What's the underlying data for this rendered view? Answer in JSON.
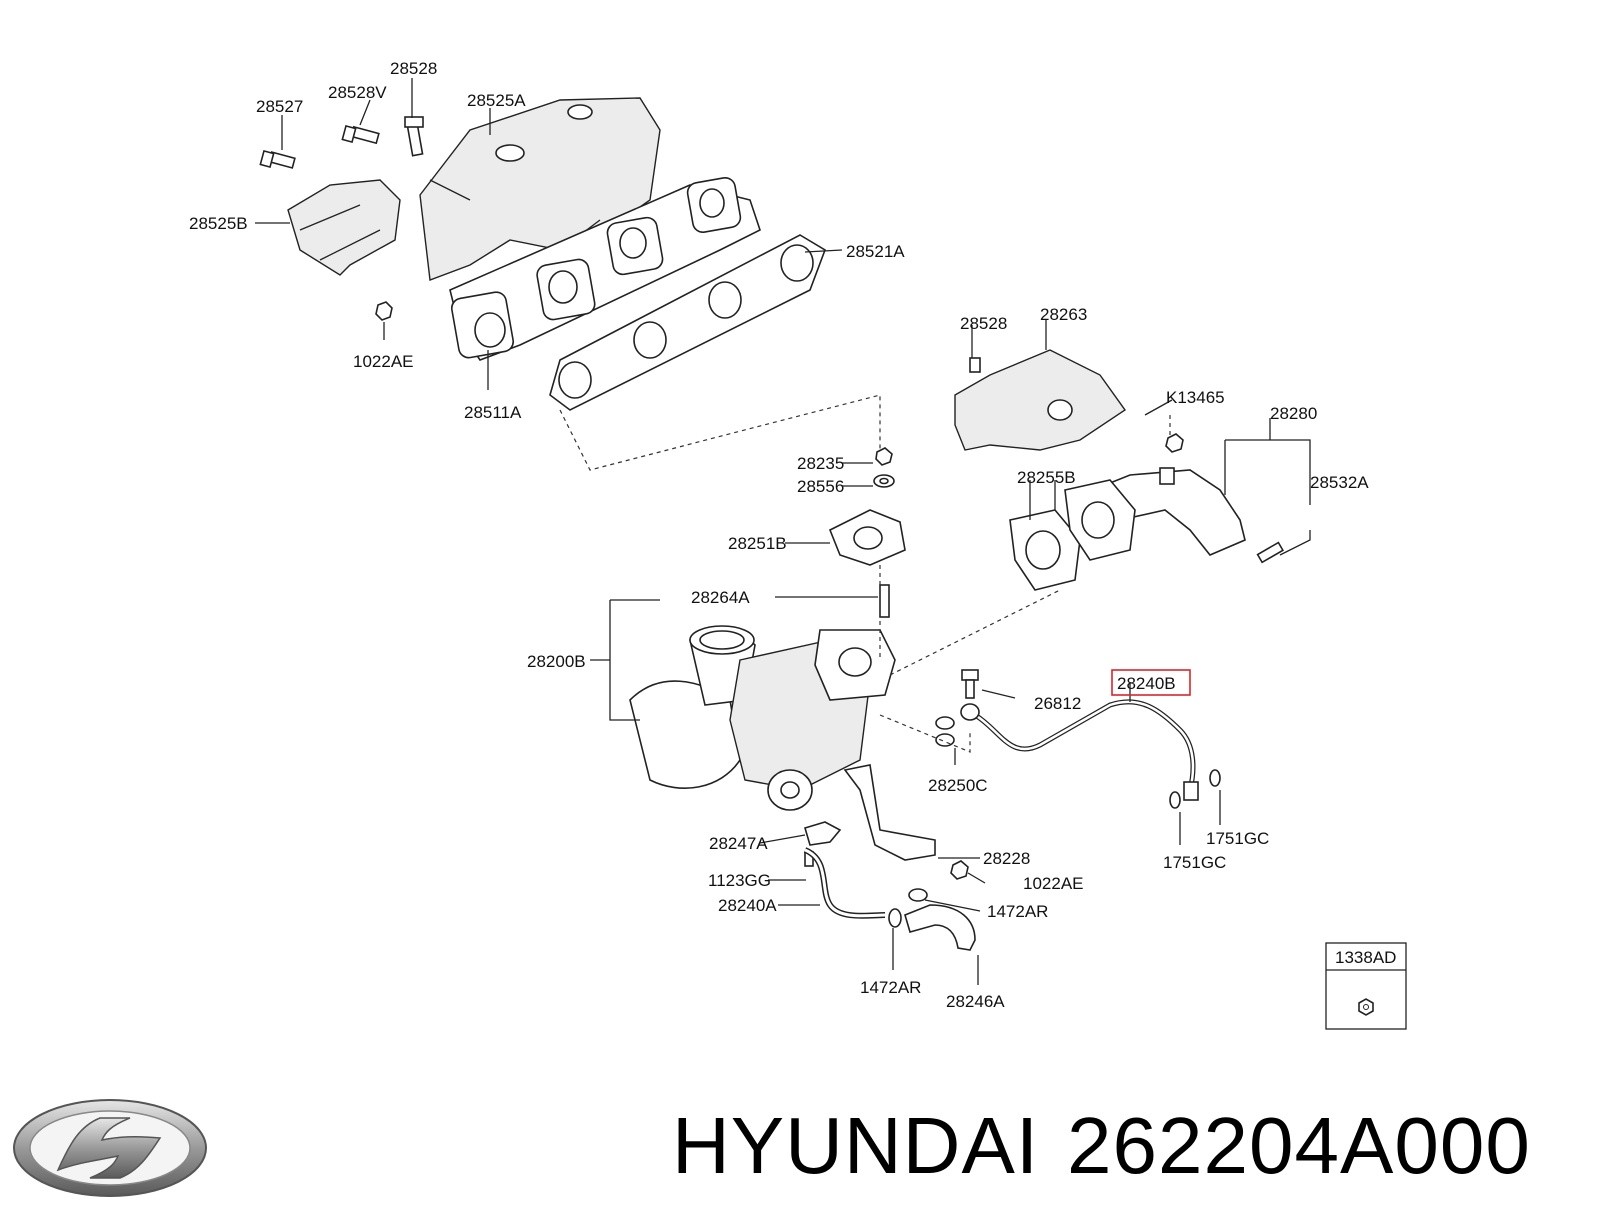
{
  "callouts": {
    "c28528_top": "28528",
    "c28527": "28527",
    "c28528V": "28528V",
    "c28525A": "28525A",
    "c28525B": "28525B",
    "c28521A": "28521A",
    "c1022AE_top": "1022AE",
    "c28511A": "28511A",
    "c28528_mid": "28528",
    "c28263": "28263",
    "cK13465": "K13465",
    "c28280": "28280",
    "c28235": "28235",
    "c28556": "28556",
    "c28255B": "28255B",
    "c28532A": "28532A",
    "c28251B": "28251B",
    "c28264A": "28264A",
    "c28200B": "28200B",
    "c28240B": "28240B",
    "c26812": "26812",
    "c28250C": "28250C",
    "c1751GC_a": "1751GC",
    "c1751GC_b": "1751GC",
    "c28247A": "28247A",
    "c28228": "28228",
    "c1123GG": "1123GG",
    "c1022AE_bot": "1022AE",
    "c28240A": "28240A",
    "c1472AR_a": "1472AR",
    "c1472AR_b": "1472AR",
    "c28246A": "28246A",
    "c1338AD": "1338AD"
  },
  "highlight_color": "#d9262c",
  "logo": {
    "icon": "hyundai-logo-icon"
  },
  "brand": {
    "name": "HYUNDAI",
    "part_number": "262204A000"
  }
}
